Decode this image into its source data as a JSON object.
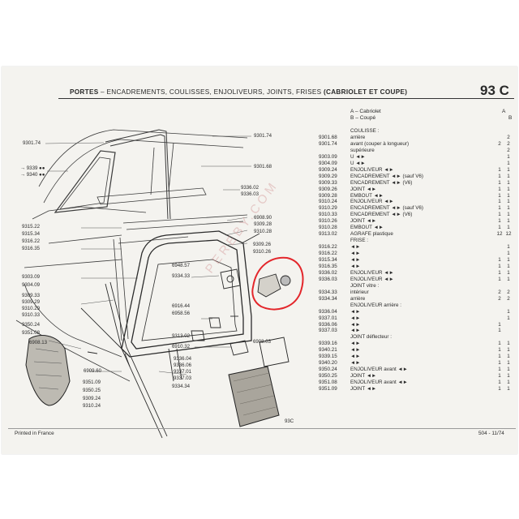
{
  "header": {
    "title_part1": "PORTES",
    "title_part2": "– ENCADREMENTS, COULISSES, ENJOLIVEURS, JOINTS, FRISES",
    "title_part3": "(CABRIOLET ET COUPE)",
    "page_number": "93 C"
  },
  "legend": {
    "a_label": "A – Cabriolet",
    "a_code": "A",
    "b_label": "B – Coupé",
    "b_code": "B"
  },
  "sections": {
    "coulisse": "COULISSE :",
    "frise": "FRISE :",
    "joint_vitre": "JOINT vitre :",
    "enjoliveur_arriere": "ENJOLIVEUR arrière :",
    "joint_deflecteur": "JOINT déflecteur :"
  },
  "rows": [
    {
      "code": "",
      "desc": "COULISSE :",
      "qa": "",
      "qb": ""
    },
    {
      "code": "9301.68",
      "desc": "arrière",
      "qa": "",
      "qb": "2"
    },
    {
      "code": "9301.74",
      "desc": "avant (couper à longueur)",
      "qa": "2",
      "qb": "2"
    },
    {
      "code": "",
      "desc": "supérieure",
      "qa": "",
      "qb": "2"
    },
    {
      "code": "9303.09",
      "desc": "U ◄►",
      "qa": "",
      "qb": "1"
    },
    {
      "code": "9304.09",
      "desc": "U ◄►",
      "qa": "",
      "qb": "1"
    },
    {
      "code": "9309.24",
      "desc": "ENJOLIVEUR ◄►",
      "qa": "1",
      "qb": "1"
    },
    {
      "code": "9309.29",
      "desc": "ENCADREMENT ◄► (sauf V6)",
      "qa": "1",
      "qb": "1"
    },
    {
      "code": "9309.33",
      "desc": "ENCADREMENT ◄► (V6)",
      "qa": "1",
      "qb": "1"
    },
    {
      "code": "9309.26",
      "desc": "JOINT ◄►",
      "qa": "1",
      "qb": "1"
    },
    {
      "code": "9309.28",
      "desc": "EMBOUT ◄►",
      "qa": "1",
      "qb": "1"
    },
    {
      "code": "9310.24",
      "desc": "ENJOLIVEUR ◄►",
      "qa": "1",
      "qb": "1"
    },
    {
      "code": "9310.29",
      "desc": "ENCADREMENT ◄► (sauf V6)",
      "qa": "1",
      "qb": "1"
    },
    {
      "code": "9310.33",
      "desc": "ENCADREMENT ◄► (V6)",
      "qa": "1",
      "qb": "1"
    },
    {
      "code": "9310.26",
      "desc": "JOINT ◄►",
      "qa": "1",
      "qb": "1"
    },
    {
      "code": "9310.28",
      "desc": "EMBOUT ◄►",
      "qa": "1",
      "qb": "1"
    },
    {
      "code": "9313.02",
      "desc": "AGRAFE plastique",
      "qa": "12",
      "qb": "12"
    },
    {
      "code": "",
      "desc": "FRISE :",
      "qa": "",
      "qb": ""
    },
    {
      "code": "9316.22",
      "desc": "◄►",
      "qa": "",
      "qb": "1"
    },
    {
      "code": "9316.22",
      "desc": "◄►",
      "qa": "",
      "qb": "1"
    },
    {
      "code": "9315.34",
      "desc": "◄►",
      "qa": "1",
      "qb": "1"
    },
    {
      "code": "9316.35",
      "desc": "◄►",
      "qa": "1",
      "qb": "1"
    },
    {
      "code": "9336.02",
      "desc": "ENJOLIVEUR ◄►",
      "qa": "1",
      "qb": "1"
    },
    {
      "code": "9336.03",
      "desc": "ENJOLIVEUR ◄►",
      "qa": "1",
      "qb": "1"
    },
    {
      "code": "",
      "desc": "JOINT vitre :",
      "qa": "",
      "qb": ""
    },
    {
      "code": "9334.33",
      "desc": "intérieur",
      "qa": "2",
      "qb": "2"
    },
    {
      "code": "9334.34",
      "desc": "arrière",
      "qa": "2",
      "qb": "2"
    },
    {
      "code": "",
      "desc": "ENJOLIVEUR arrière :",
      "qa": "",
      "qb": ""
    },
    {
      "code": "9336.04",
      "desc": "◄►",
      "qa": "",
      "qb": "1"
    },
    {
      "code": "9337.01",
      "desc": "◄►",
      "qa": "",
      "qb": "1"
    },
    {
      "code": "9336.06",
      "desc": "◄►",
      "qa": "1",
      "qb": ""
    },
    {
      "code": "9337.03",
      "desc": "◄►",
      "qa": "1",
      "qb": ""
    },
    {
      "code": "",
      "desc": "JOINT déflecteur :",
      "qa": "",
      "qb": ""
    },
    {
      "code": "9339.16",
      "desc": "◄►",
      "qa": "1",
      "qb": "1"
    },
    {
      "code": "9340.21",
      "desc": "◄►",
      "qa": "1",
      "qb": "1"
    },
    {
      "code": "9339.15",
      "desc": "◄►",
      "qa": "1",
      "qb": "1"
    },
    {
      "code": "9340.20",
      "desc": "◄►",
      "qa": "1",
      "qb": "1"
    },
    {
      "code": "9350.24",
      "desc": "ENJOLIVEUR avant ◄►",
      "qa": "1",
      "qb": "1"
    },
    {
      "code": "9350.25",
      "desc": "JOINT ◄►",
      "qa": "1",
      "qb": "1"
    },
    {
      "code": "9351.08",
      "desc": "ENJOLIVEUR avant ◄►",
      "qa": "1",
      "qb": "1"
    },
    {
      "code": "9351.09",
      "desc": "JOINT ◄►",
      "qa": "1",
      "qb": "1"
    }
  ],
  "callouts": {
    "c9301_74_left": "9301.74",
    "c9301_74_right": "9301.74",
    "c9301_68": "9301.68",
    "c9339": "9339",
    "c9340": "9340",
    "c9336_02": "9336.02",
    "c9336_03": "9336.03",
    "c6908_90": "6908.90",
    "c9309_28": "9309.28",
    "c9310_28": "9310.28",
    "c9315_22": "9315.22",
    "c9315_34": "9315.34",
    "c9316_22": "9316.22",
    "c9316_35": "9316.35",
    "c9309_26": "9309.26",
    "c9310_26": "9310.26",
    "c6948_57": "6948.57",
    "c9334_33": "9334.33",
    "c9303_09": "9303.09",
    "c9304_09": "9304.09",
    "c9309_33": "9309.33",
    "c9309_29": "9309.29",
    "c9310_29": "9310.29",
    "c9310_33": "9310.33",
    "c6916_44": "6916.44",
    "c6958_56": "6958.56",
    "c9350_24": "9350.24",
    "c9351_08": "9351.08",
    "c9313_02": "9313.02",
    "c6908_13": "6908.13",
    "c6910_32": "6910.32",
    "c6908_03": "6908.03",
    "c9336_04": "9336.04",
    "c9336_06": "9336.06",
    "c9337_01": "9337.01",
    "c9337_03": "9337.03",
    "c6909_60": "6909.60",
    "c9351_09": "9351.09",
    "c9350_25": "9350.25",
    "c9309_24": "9309.24",
    "c9310_24": "9310.24",
    "c9334_34": "9334.34",
    "figure_ref": "93C"
  },
  "footer": {
    "printed": "Printed in France",
    "ref": "504 - 11/74"
  },
  "watermark": "PEREBY.COM",
  "colors": {
    "paper": "#f4f3ef",
    "ink": "#2a2a2a",
    "highlight": "#e3262b"
  }
}
